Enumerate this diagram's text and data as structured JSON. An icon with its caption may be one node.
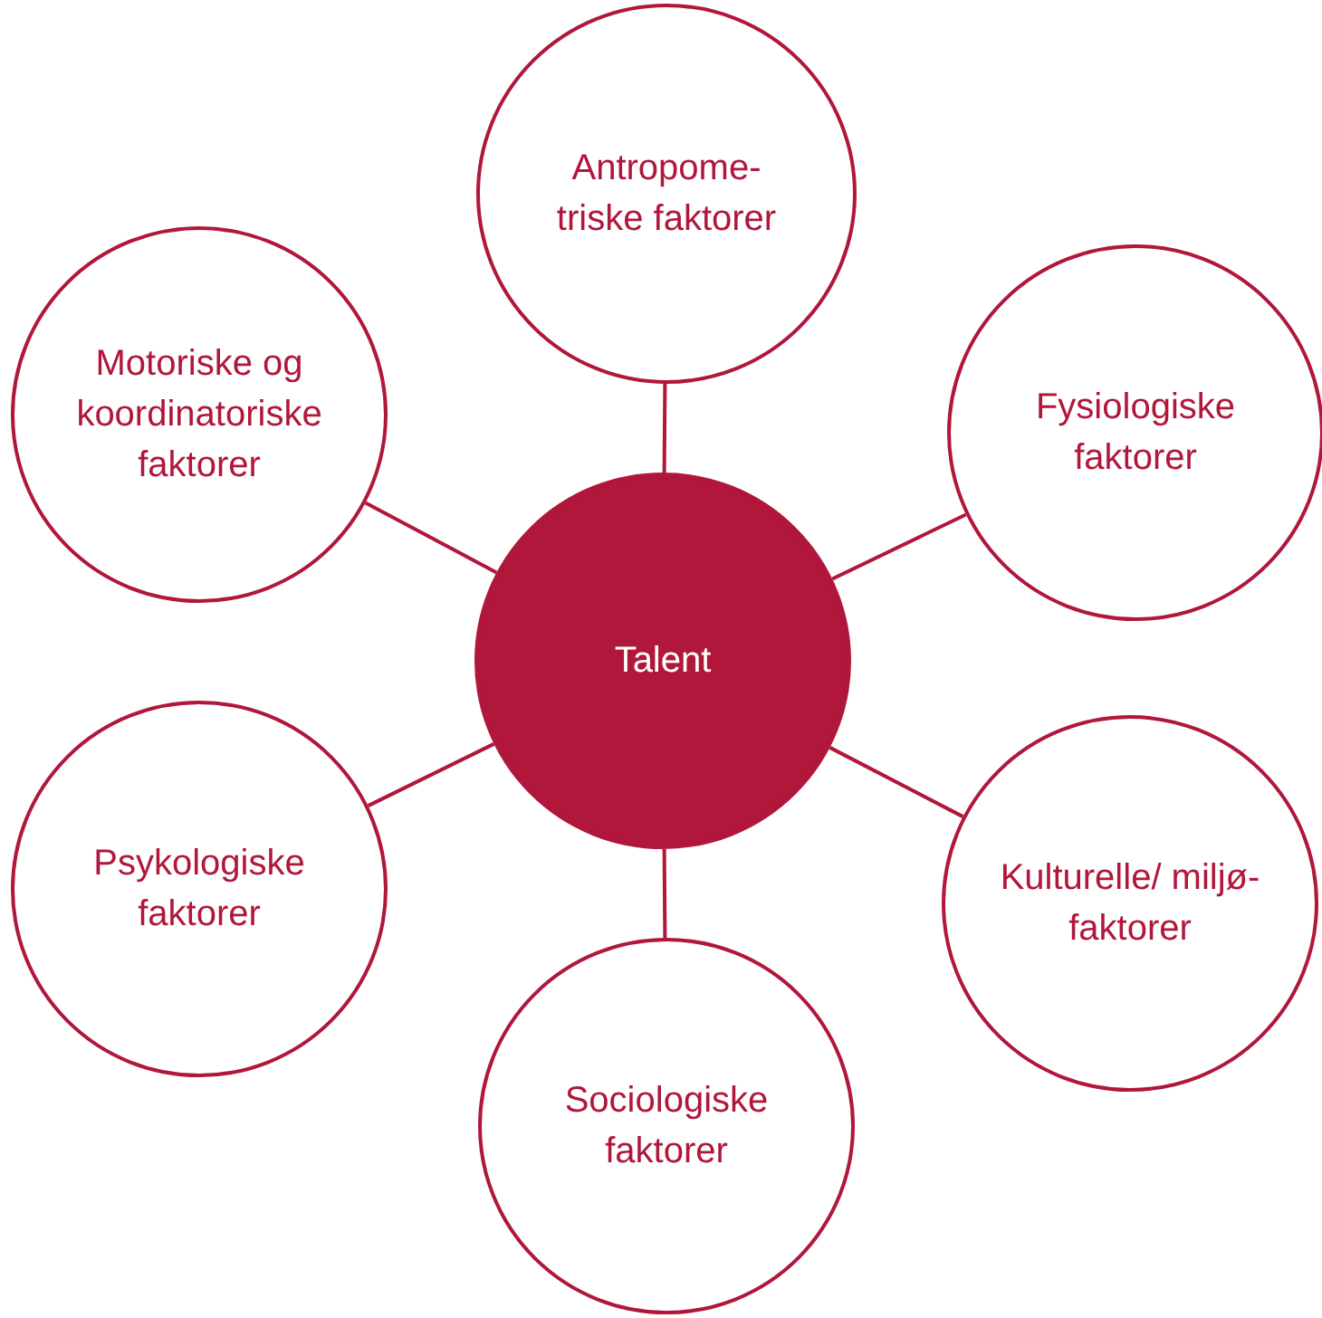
{
  "diagram": {
    "nodes": [
      {
        "text": [
          "Talent"
        ]
      },
      {
        "text": [
          "Antropome- triske faktorer"
        ]
      },
      {
        "text": [
          "Motoriske og koordinatoriske faktorer"
        ]
      },
      {
        "text": [
          "Fysiologiske faktorer"
        ]
      },
      {
        "text": [
          "Psykologiske faktorer"
        ]
      },
      {
        "text": [
          "Kulturelle/ miljø- faktorer"
        ]
      },
      {
        "text": [
          "Sociologiske faktorer"
        ]
      }
    ],
    "edges": [
      {
        "from": 0,
        "to": 1,
        "arrow": "none"
      },
      {
        "from": 0,
        "to": 2,
        "arrow": "none"
      },
      {
        "from": 0,
        "to": 3,
        "arrow": "none"
      },
      {
        "from": 0,
        "to": 4,
        "arrow": "none"
      },
      {
        "from": 0,
        "to": 5,
        "arrow": "none"
      },
      {
        "from": 0,
        "to": 6,
        "arrow": "none"
      }
    ]
  }
}
